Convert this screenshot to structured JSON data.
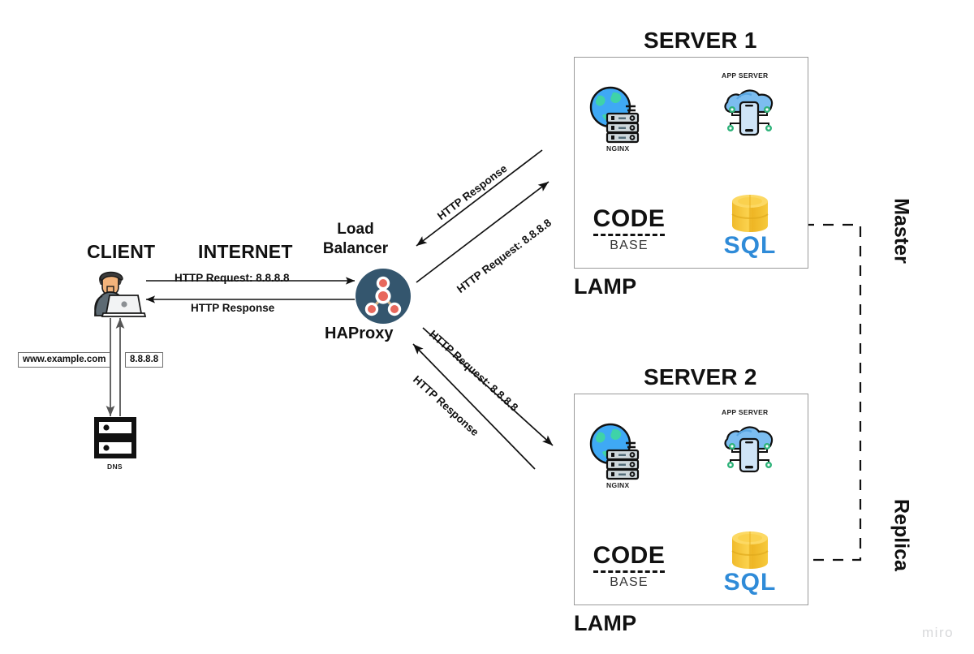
{
  "diagram": {
    "watermark": "miro",
    "colors": {
      "haproxy_circle": "#34566e",
      "haproxy_node": "#e8685d",
      "sql_text": "#2f8bd8",
      "sql_cylinder": "#f5c033",
      "cloud": "#7cbdf0",
      "globe_water": "#3fa9f5",
      "globe_land": "#3fd3a8",
      "box_border": "#9a9a9a",
      "line": "#111111",
      "watermark": "#d8d9db"
    }
  },
  "client": {
    "title": "CLIENT",
    "avatar_icon": "person-with-laptop-icon"
  },
  "internet": {
    "title": "INTERNET",
    "request_label": "HTTP Request: 8.8.8.8",
    "response_label": "HTTP Response"
  },
  "dns": {
    "label": "DNS",
    "icon": "dns-server-icon",
    "domain_chip": "www.example.com",
    "ip_chip": "8.8.8.8"
  },
  "load_balancer": {
    "title_line1": "Load",
    "title_line2": "Balancer",
    "name": "HAProxy",
    "icon": "network-nodes-icon"
  },
  "flows": {
    "server1_response": "HTTP Response",
    "server1_request": "HTTP Request: 8.8.8.8",
    "server2_request": "HTTP Request: 8.8.8.8",
    "server2_response": "HTTP Response"
  },
  "replication": {
    "master_label": "Master",
    "replica_label": "Replica"
  },
  "servers": [
    {
      "title": "SERVER 1",
      "stack_label": "LAMP",
      "nginx_label": "NGINX",
      "nginx_icon": "globe-server-rack-icon",
      "app_server_label": "APP SERVER",
      "app_server_icon": "cloud-mobile-circuit-icon",
      "code_label": "CODE",
      "base_label": "BASE",
      "db_label": "SQL",
      "db_icon": "database-cylinder-icon"
    },
    {
      "title": "SERVER 2",
      "stack_label": "LAMP",
      "nginx_label": "NGINX",
      "nginx_icon": "globe-server-rack-icon",
      "app_server_label": "APP SERVER",
      "app_server_icon": "cloud-mobile-circuit-icon",
      "code_label": "CODE",
      "base_label": "BASE",
      "db_label": "SQL",
      "db_icon": "database-cylinder-icon"
    }
  ]
}
